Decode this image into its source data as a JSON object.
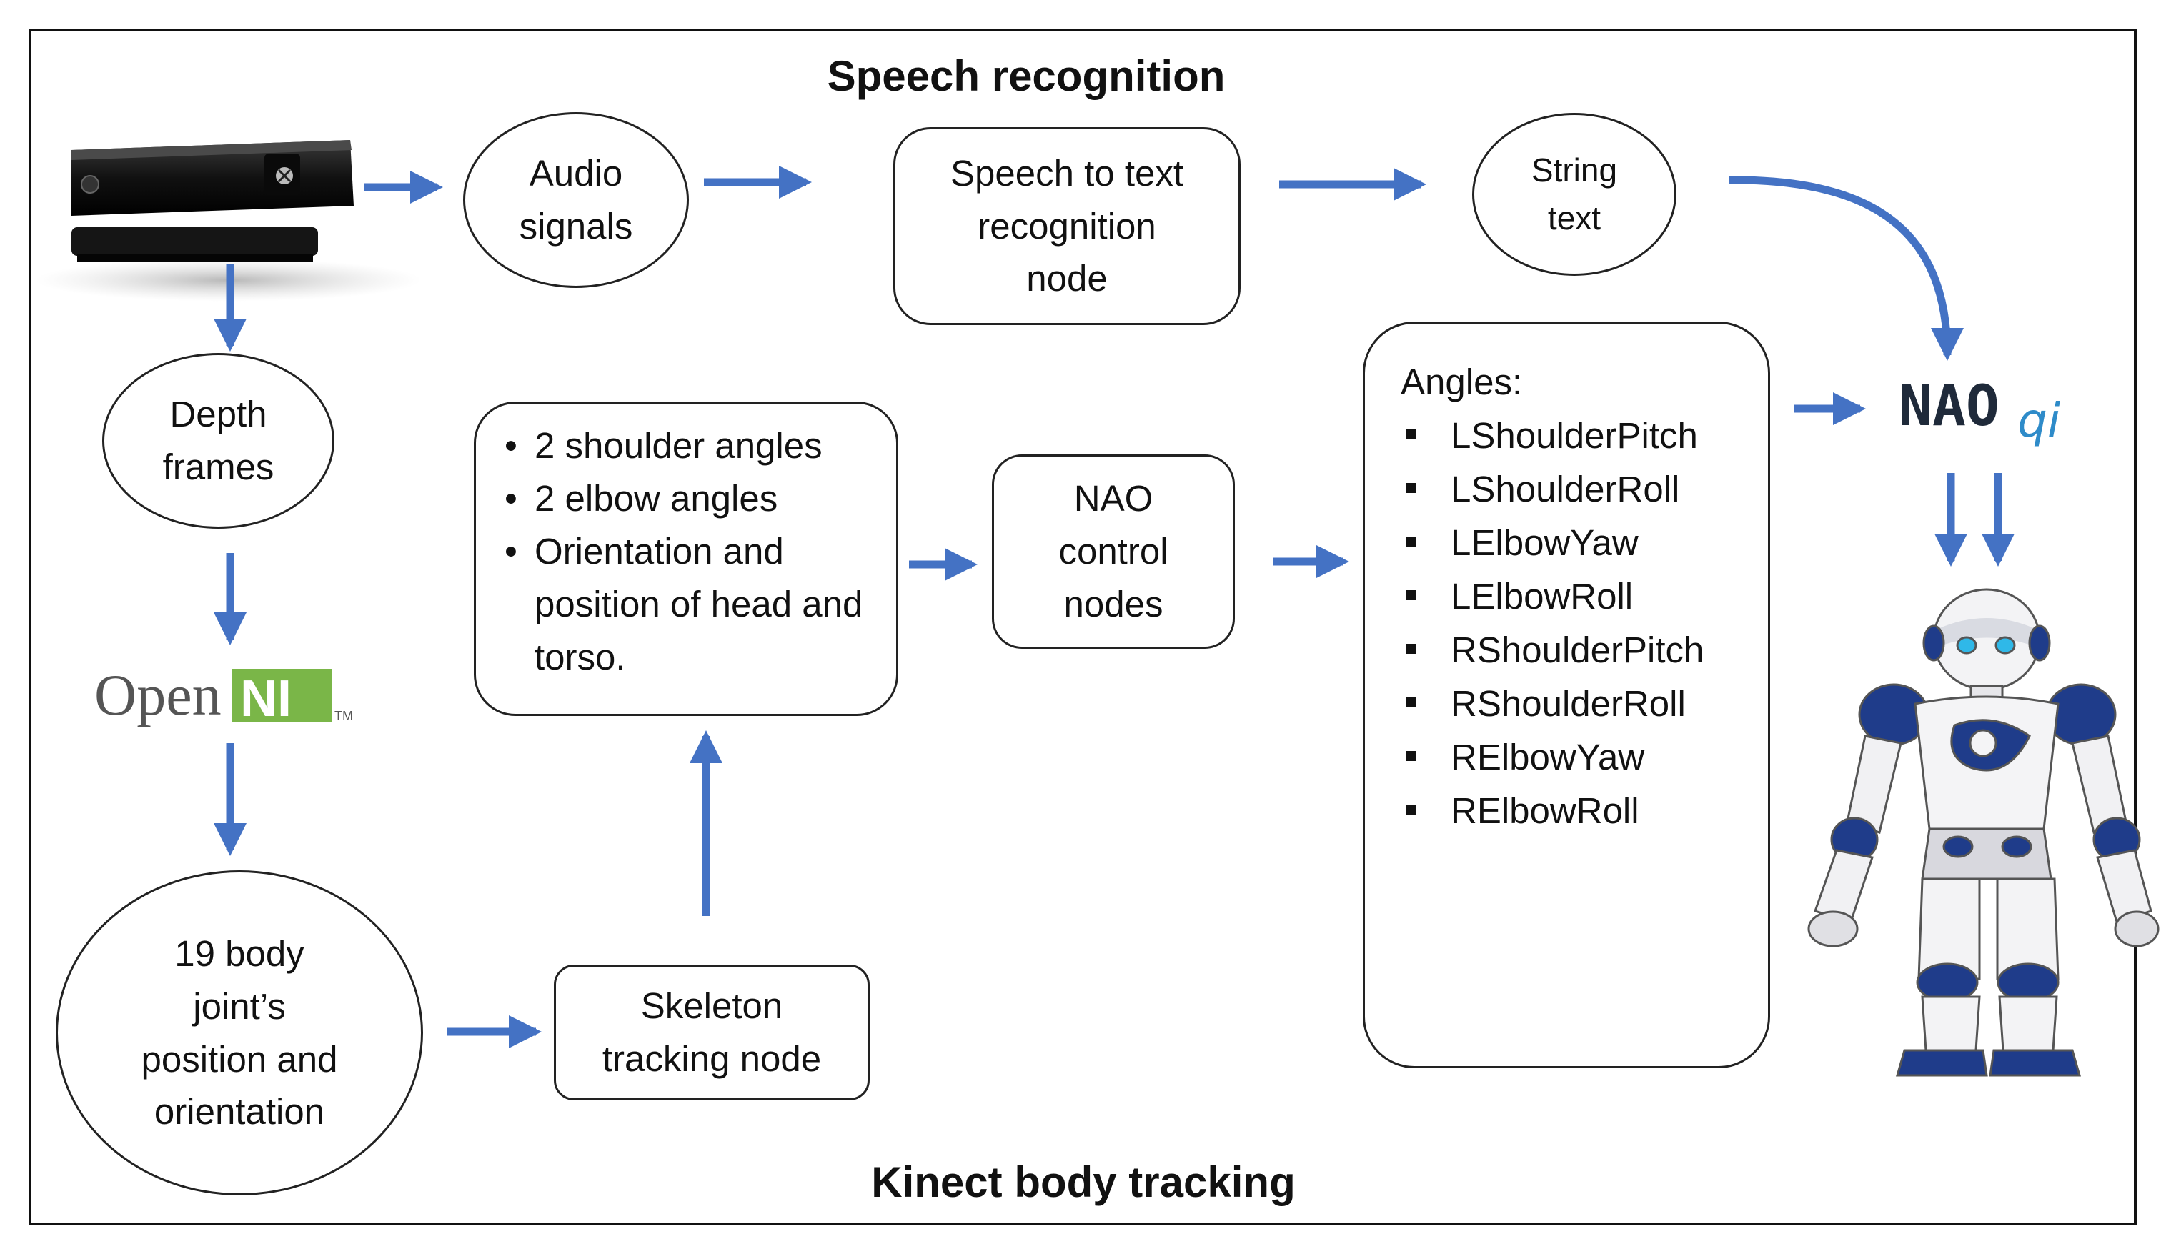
{
  "titles": {
    "top": "Speech recognition",
    "bottom": "Kinect body tracking"
  },
  "nodes": {
    "audio_signals": [
      "Audio",
      "signals"
    ],
    "speech_to_text": [
      "Speech to text",
      "recognition",
      "node"
    ],
    "string_text": [
      "String",
      "text"
    ],
    "depth_frames": [
      "Depth",
      "frames"
    ],
    "body_joints": [
      "19 body",
      "joint’s",
      "position and",
      "orientation"
    ],
    "skeleton_tracking": [
      "Skeleton",
      "tracking node"
    ],
    "angles_summary": [
      "2 shoulder angles",
      "2 elbow angles",
      "Orientation and position of head and torso."
    ],
    "nao_control": [
      "NAO",
      "control",
      "nodes"
    ],
    "angles_list": {
      "header": "Angles:",
      "items": [
        "LShoulderPitch",
        "LShoulderRoll",
        "LElbowYaw",
        "LElbowRoll",
        "RShoulderPitch",
        "RShoulderRoll",
        "RElbowYaw",
        "RElbowRoll"
      ]
    }
  },
  "logos": {
    "openni": {
      "open": "Open",
      "ni": "NI",
      "tm": "TM"
    },
    "naoqi": {
      "nao": "NAO",
      "qi": "qi"
    }
  },
  "icons": {
    "kinect": "kinect-sensor-icon",
    "robot": "nao-robot-icon"
  },
  "colors": {
    "arrow": "#4472C4",
    "border": "#222222",
    "openni_green": "#7AB648",
    "openni_gray": "#555555",
    "naoqi_dark": "#1F2A3A",
    "naoqi_blue": "#2E8BC9",
    "robot_blue": "#1F3C8A"
  }
}
